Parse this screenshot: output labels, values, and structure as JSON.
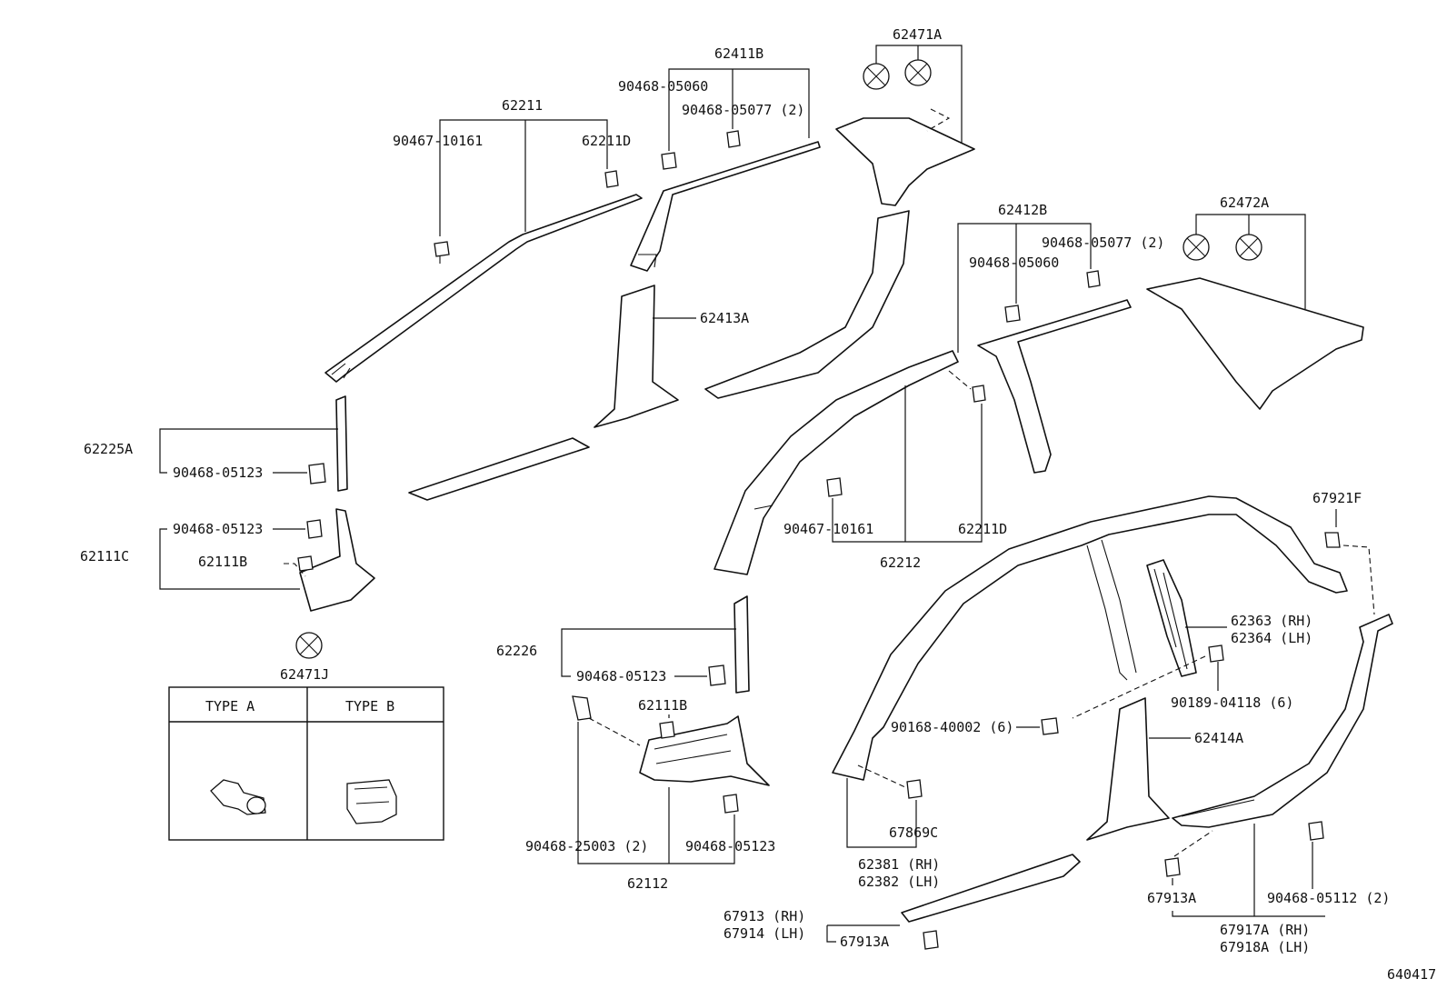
{
  "labels": {
    "p62211": "62211",
    "p90467_10161_a": "90467-10161",
    "p62211D_a": "62211D",
    "p62411B": "62411B",
    "p90468_05060_a": "90468-05060",
    "p90468_05077_a": "90468-05077 (2)",
    "p62471A": "62471A",
    "p62412B": "62412B",
    "p90468_05077_b": "90468-05077 (2)",
    "p90468_05060_b": "90468-05060",
    "p62472A": "62472A",
    "p62413A": "62413A",
    "p62225A": "62225A",
    "p90468_05123_a": "90468-05123",
    "p90468_05123_b": "90468-05123",
    "p62111C": "62111C",
    "p62111B_a": "62111B",
    "p62471J": "62471J",
    "p90467_10161_b": "90467-10161",
    "p62212": "62212",
    "p62211D_b": "62211D",
    "p67921F": "67921F",
    "p62226": "62226",
    "p90468_05123_c": "90468-05123",
    "p62111B_b": "62111B",
    "p62363": "62363 (RH)",
    "p62364": "62364 (LH)",
    "p90189_04118": "90189-04118 (6)",
    "p90168_40002": "90168-40002 (6)",
    "p62414A": "62414A",
    "p90468_25003": "90468-25003 (2)",
    "p90468_05123_d": "90468-05123",
    "p62112": "62112",
    "p67869C": "67869C",
    "p62381": "62381 (RH)",
    "p62382": "62382 (LH)",
    "p67913A_a": "67913A",
    "p90468_05112": "90468-05112 (2)",
    "p67913": "67913 (RH)",
    "p67914": "67914 (LH)",
    "p67913A_b": "67913A",
    "p67917A": "67917A (RH)",
    "p67918A": "67918A (LH)",
    "diagram_code": "640417"
  },
  "type_table": {
    "type_a": "TYPE A",
    "type_b": "TYPE B"
  }
}
